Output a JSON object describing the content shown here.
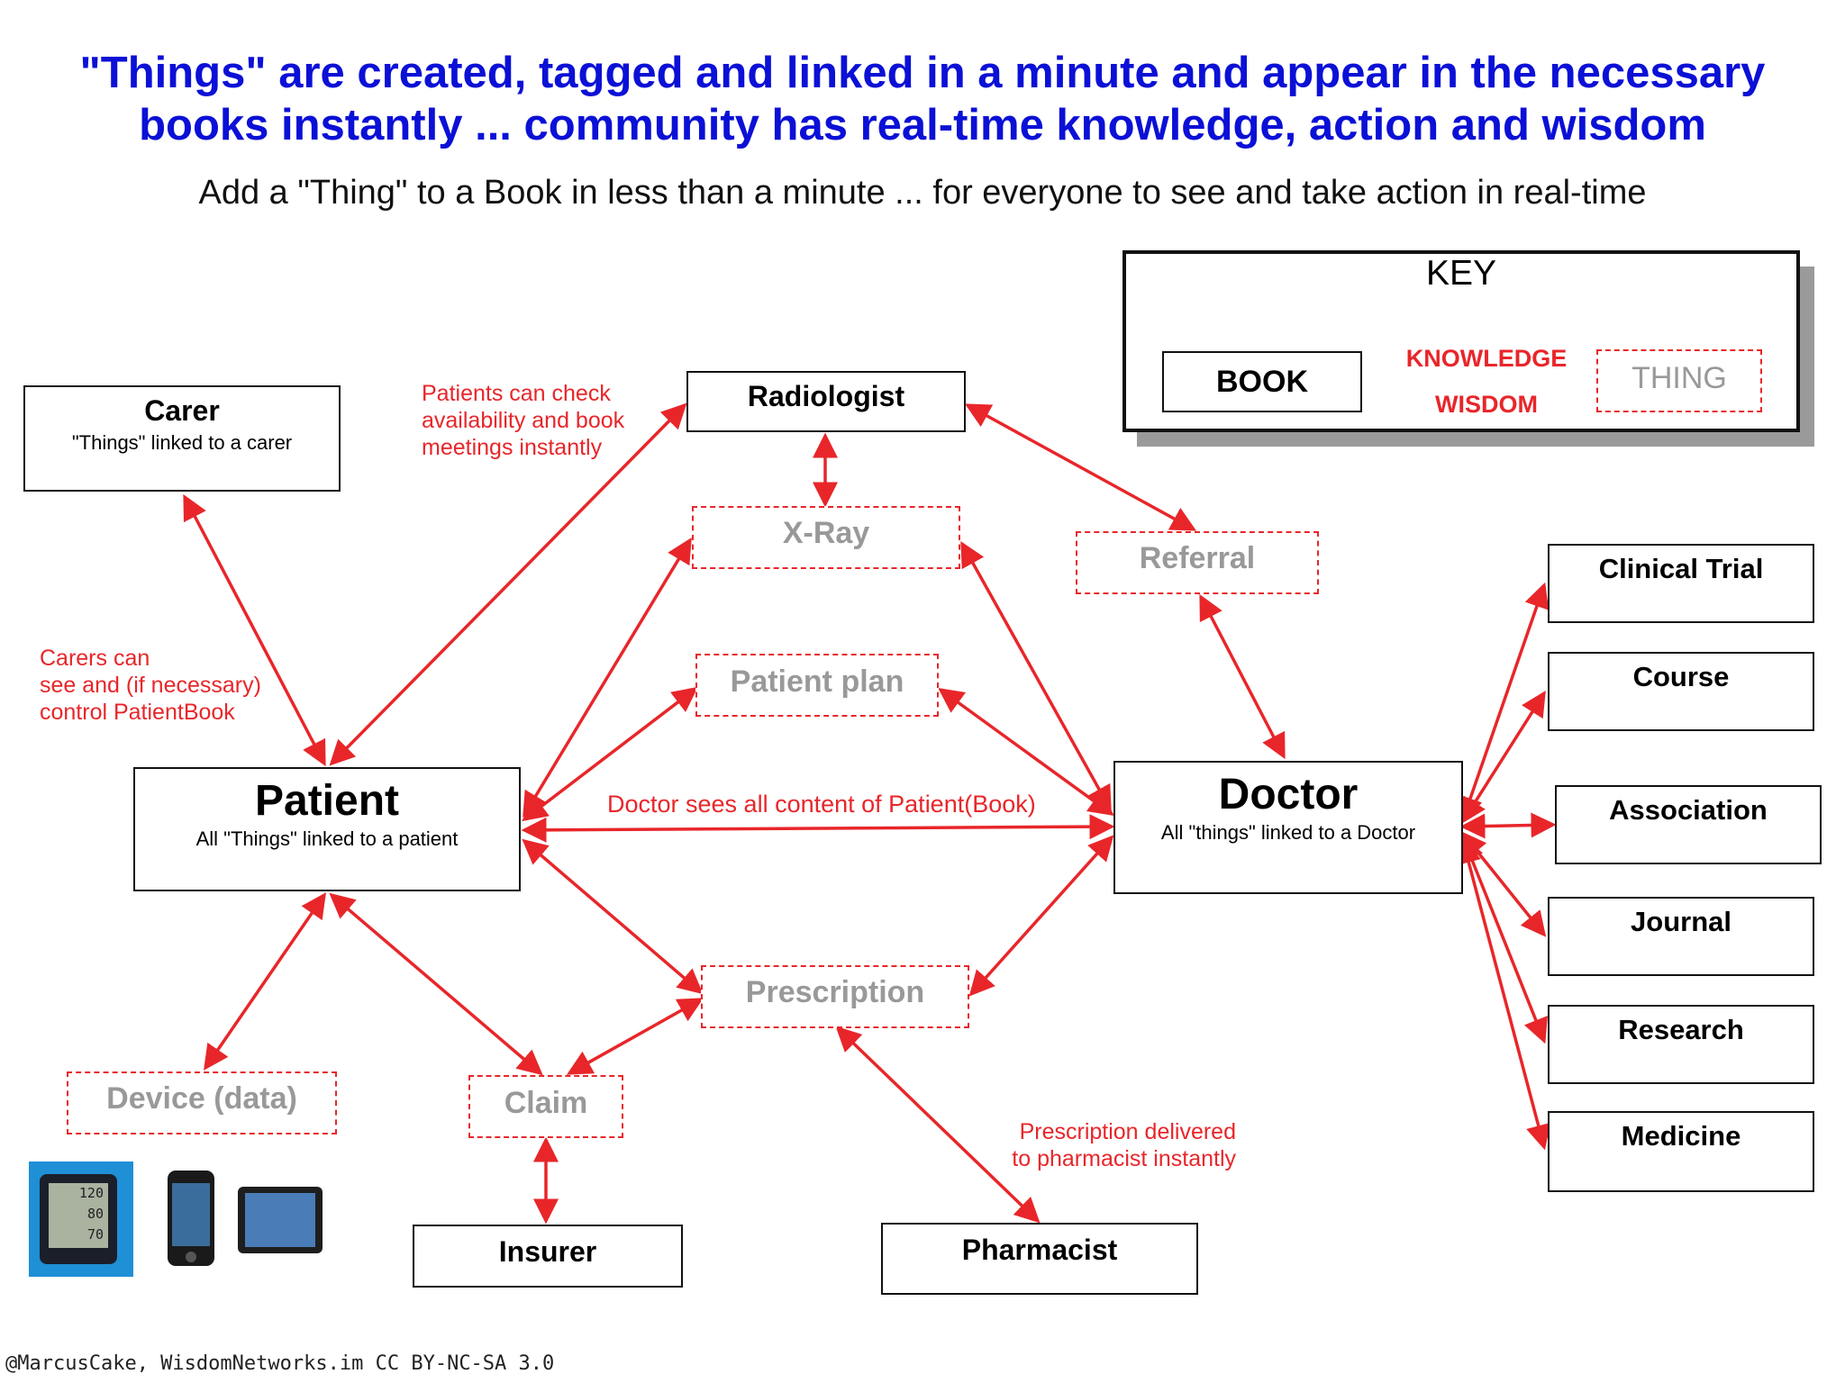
{
  "title": {
    "line1": "\"Things\" are created, tagged and linked in a minute and appear in the necessary",
    "line2": "books instantly ... community has real-time knowledge, action and wisdom"
  },
  "subtitle": "Add a \"Thing\" to a Book in less than a minute ... for everyone to see and take action in real-time",
  "key": {
    "heading": "KEY",
    "book": "BOOK",
    "thing": "THING",
    "knowledge": "KNOWLEDGE",
    "wisdom": "WISDOM"
  },
  "books": {
    "carer": {
      "name": "Carer",
      "desc": "\"Things\" linked to a carer"
    },
    "radiologist": {
      "name": "Radiologist"
    },
    "patient": {
      "name": "Patient",
      "desc": "All \"Things\" linked to a patient"
    },
    "doctor": {
      "name": "Doctor",
      "desc": "All \"things\" linked to a Doctor"
    },
    "insurer": {
      "name": "Insurer"
    },
    "pharmacist": {
      "name": "Pharmacist"
    },
    "clinical_trial": {
      "name": "Clinical Trial"
    },
    "course": {
      "name": "Course"
    },
    "association": {
      "name": "Association"
    },
    "journal": {
      "name": "Journal"
    },
    "research": {
      "name": "Research"
    },
    "medicine": {
      "name": "Medicine"
    }
  },
  "things": {
    "xray": "X-Ray",
    "referral": "Referral",
    "patient_plan": "Patient plan",
    "prescription": "Prescription",
    "device": "Device (data)",
    "claim": "Claim"
  },
  "notes": {
    "patients_check": [
      "Patients can check",
      "availability and book",
      "meetings instantly"
    ],
    "carers_can": [
      "Carers can",
      "see and (if necessary)",
      "control PatientBook"
    ],
    "doctor_sees": "Doctor sees all content of Patient(Book)",
    "prescription_delivered": [
      "Prescription delivered",
      "to pharmacist instantly"
    ]
  },
  "devices": {
    "bp_monitor": {
      "readings": [
        "120",
        "80",
        "70"
      ]
    }
  },
  "footer": "@MarcusCake, WisdomNetworks.im CC BY-NC-SA 3.0",
  "colors": {
    "title": "#0b10d6",
    "link": "#e8262a",
    "thing_text": "#999999"
  }
}
